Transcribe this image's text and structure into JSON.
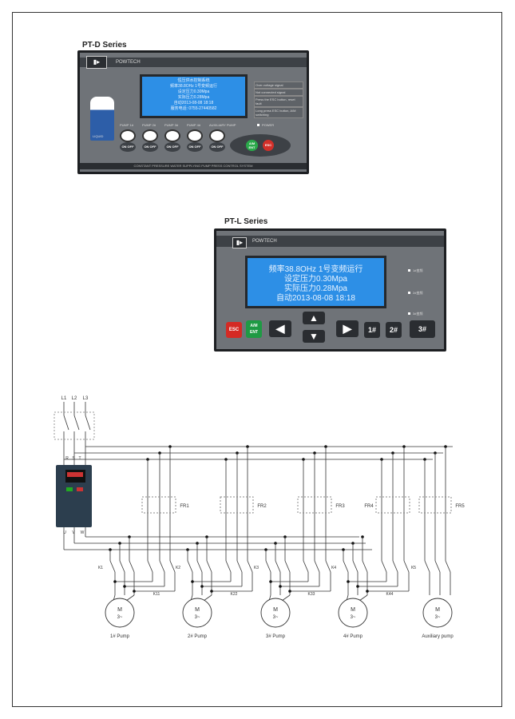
{
  "pt_d": {
    "title": "PT-D Series",
    "brand": "POWTECH",
    "lcd_lines": [
      "恒压供水控制系统",
      "频率38.8OHz 1号变频运行",
      "设定压力0.30Mpa",
      "实际压力0.28Mpa",
      "自动2013-08-08 18:18",
      "服务电话: 0755-27440582"
    ],
    "side_notes": [
      "Over-voltage signal",
      "Not connected signal",
      "Press the ESC button, reset fault",
      "Long press ESC button, A/M switching"
    ],
    "pumps": [
      "PUMP 1#",
      "PUMP 2#",
      "PUMP 3#",
      "PUMP 4#",
      "AUXILIARY PUMP"
    ],
    "onoff": "ON OFF",
    "power": "POWER",
    "liquid": "LIQUID",
    "esc": "ESC",
    "ent": "A/M ENT",
    "footer": "CONSTANT PRESSURE WATER SUPPLYING PUMP PRESS CONTROL SYSTEM"
  },
  "pt_l": {
    "title": "PT-L Series",
    "brand": "POWTECH",
    "lcd_lines": [
      "频率38.8OHz 1号变频运行",
      "设定压力0.30Mpa",
      "实际压力0.28Mpa",
      "自动2013-08-08 18:18"
    ],
    "leds": [
      "1#变频",
      "2#变频",
      "3#变频"
    ],
    "keys": {
      "esc": "ESC",
      "ent": "A/M ENT",
      "p1": "1#",
      "p2": "2#",
      "p3": "3#"
    }
  },
  "diagram": {
    "lines": [
      "L1",
      "L2",
      "L3"
    ],
    "input": [
      "R",
      "S",
      "T"
    ],
    "output": [
      "U",
      "V",
      "W"
    ],
    "relays": [
      "FR1",
      "FR2",
      "FR3",
      "FR4",
      "FR5"
    ],
    "contactors": [
      "K1",
      "K2",
      "K3",
      "K4",
      "K5"
    ],
    "bypass": [
      "K11",
      "K22",
      "K33",
      "K44"
    ],
    "motor_symbol": "M",
    "motor_phase": "3~",
    "pumps": [
      "1# Pump",
      "2# Pump",
      "3# Pump",
      "4# Pump",
      "Auxiliary pump"
    ]
  }
}
